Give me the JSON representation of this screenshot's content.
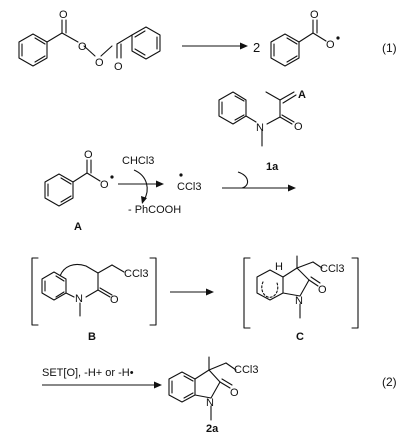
{
  "equation_numbers": {
    "eq1": "(1)",
    "eq2": "(2)"
  },
  "reaction1": {
    "coefficient": "2",
    "peroxide_oxygens": [
      "O",
      "O",
      "O",
      "O"
    ],
    "radical_oxygens": [
      "O",
      "O"
    ]
  },
  "step2": {
    "reagent": "CHCl3",
    "byproduct": "- PhCOOH",
    "product_radical": "CCl3",
    "reactant_label": "A",
    "substrate_label": "1a",
    "substrate_top_label": "A",
    "substrate_N": "N",
    "substrate_O": "O",
    "radical_oxygens": [
      "O",
      "O"
    ]
  },
  "step3": {
    "intermediate_B": "B",
    "intermediate_C": "C",
    "b_group": "CCl3",
    "c_group": "CCl3",
    "b_N": "N",
    "b_O": "O",
    "c_N": "N",
    "c_O": "O",
    "c_H": "H"
  },
  "reaction2": {
    "conditions": "SET[O], -H+ or -H•",
    "product_label": "2a",
    "group": "CCl3",
    "N": "N",
    "O": "O"
  }
}
